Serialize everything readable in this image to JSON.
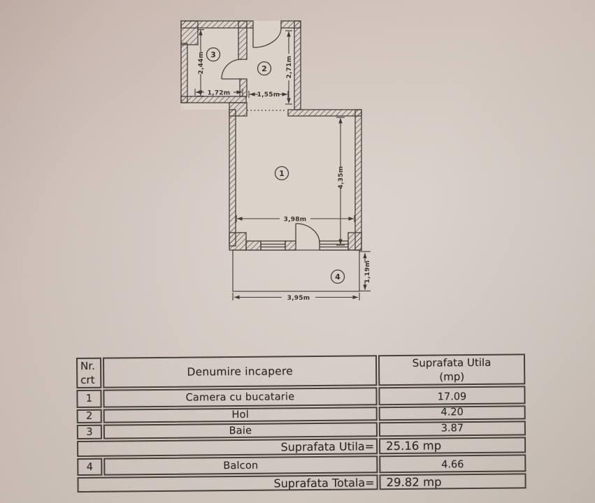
{
  "document": {
    "type_label": "apartment floor plan sketch with area table",
    "colors": {
      "paper": "#d8cec6",
      "ink": "#46403a"
    }
  },
  "plan": {
    "rooms": [
      {
        "number": "1",
        "width_label": "3,98m",
        "height_label": "4,35m"
      },
      {
        "number": "2",
        "width_label": "1,55m",
        "height_label": "2,71m"
      },
      {
        "number": "3",
        "width_label": "1,72m",
        "height_label": "2,44m"
      },
      {
        "number": "4",
        "width_label": "3,95m",
        "height_label": "1,19m"
      }
    ]
  },
  "table": {
    "header": {
      "nr_line1": "Nr.",
      "nr_line2": "crt",
      "name": "Denumire incapere",
      "area_line1": "Suprafata Utila",
      "area_line2": "(mp)"
    },
    "rows": [
      {
        "nr": "1",
        "name": "Camera cu bucatarie",
        "area": "17.09"
      },
      {
        "nr": "2",
        "name": "Hol",
        "area": "4.20"
      },
      {
        "nr": "3",
        "name": "Baie",
        "area": "3.87"
      },
      {
        "nr": "4",
        "name": "Balcon",
        "area": "4.66"
      }
    ],
    "subtotal": {
      "label": "Suprafata Utila=",
      "value": "25.16 mp"
    },
    "total": {
      "label": "Suprafata Totala=",
      "value": "29.82 mp"
    }
  }
}
